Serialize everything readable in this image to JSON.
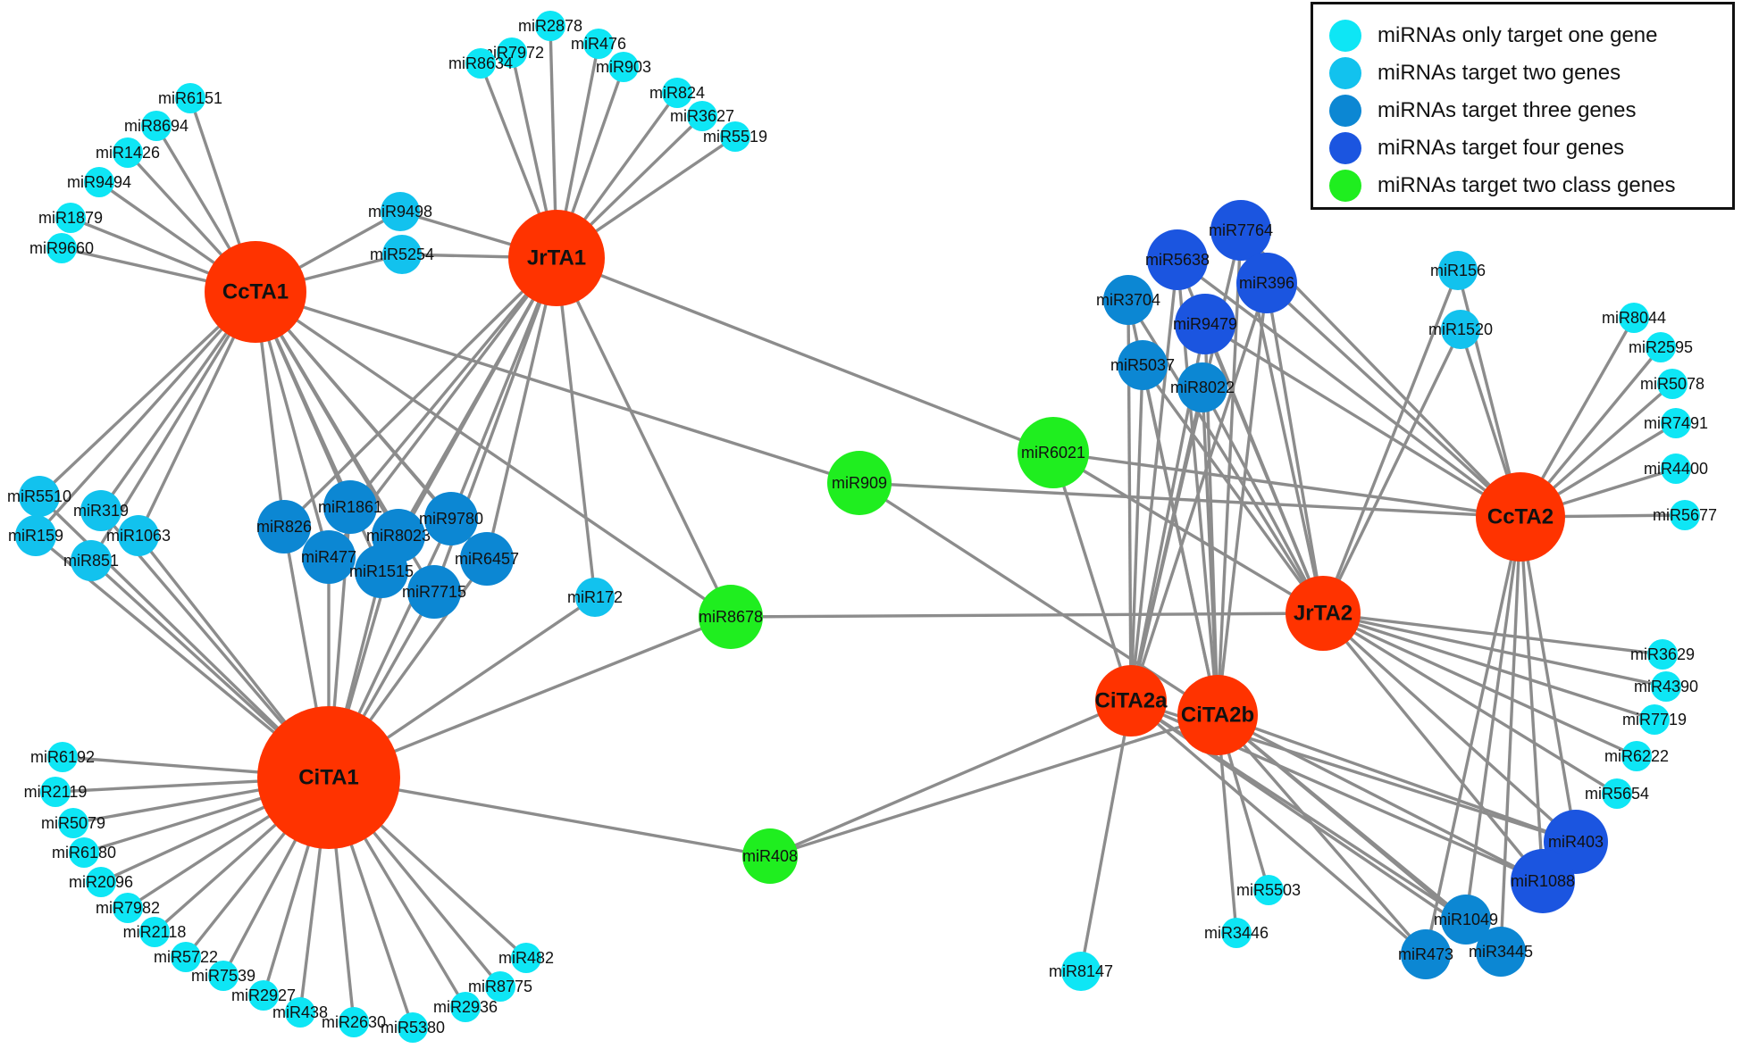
{
  "colors": {
    "gene": "#ff3300",
    "one": "#0ee6f5",
    "two": "#12c2ee",
    "three": "#0c87d3",
    "four": "#1b55e0",
    "twoclass": "#1fee1f",
    "edge": "#8c8c8c"
  },
  "legend": [
    {
      "label": "miRNAs only target one gene",
      "color_key": "one"
    },
    {
      "label": "miRNAs target two genes",
      "color_key": "two"
    },
    {
      "label": "miRNAs target three genes",
      "color_key": "three"
    },
    {
      "label": "miRNAs target four genes",
      "color_key": "four"
    },
    {
      "label": "miRNAs target two class genes",
      "color_key": "twoclass"
    }
  ],
  "genes": [
    "CcTA1",
    "JrTA1",
    "CiTA1",
    "CcTA2",
    "JrTA2",
    "CiTA2a",
    "CiTA2b"
  ],
  "mirnas": [
    {
      "id": "miR6151",
      "cls": "one"
    },
    {
      "id": "miR8694",
      "cls": "one"
    },
    {
      "id": "miR1426",
      "cls": "one"
    },
    {
      "id": "miR9494",
      "cls": "one"
    },
    {
      "id": "miR1879",
      "cls": "one"
    },
    {
      "id": "miR9660",
      "cls": "one"
    },
    {
      "id": "miR9498",
      "cls": "two"
    },
    {
      "id": "miR5254",
      "cls": "two"
    },
    {
      "id": "miR2878",
      "cls": "one"
    },
    {
      "id": "miR7972",
      "cls": "one"
    },
    {
      "id": "miR476",
      "cls": "one"
    },
    {
      "id": "miR8634",
      "cls": "one"
    },
    {
      "id": "miR903",
      "cls": "one"
    },
    {
      "id": "miR824",
      "cls": "one"
    },
    {
      "id": "miR3627",
      "cls": "one"
    },
    {
      "id": "miR5519",
      "cls": "one"
    },
    {
      "id": "miR5510",
      "cls": "two"
    },
    {
      "id": "miR319",
      "cls": "two"
    },
    {
      "id": "miR159",
      "cls": "two"
    },
    {
      "id": "miR1063",
      "cls": "two"
    },
    {
      "id": "miR851",
      "cls": "two"
    },
    {
      "id": "miR826",
      "cls": "three"
    },
    {
      "id": "miR1861",
      "cls": "three"
    },
    {
      "id": "miR8023",
      "cls": "three"
    },
    {
      "id": "miR9780",
      "cls": "three"
    },
    {
      "id": "miR477",
      "cls": "three"
    },
    {
      "id": "miR1515",
      "cls": "three"
    },
    {
      "id": "miR6457",
      "cls": "three"
    },
    {
      "id": "miR7715",
      "cls": "three"
    },
    {
      "id": "miR172",
      "cls": "two"
    },
    {
      "id": "miR909",
      "cls": "twoclass"
    },
    {
      "id": "miR8678",
      "cls": "twoclass"
    },
    {
      "id": "miR408",
      "cls": "twoclass"
    },
    {
      "id": "miR6021",
      "cls": "twoclass"
    },
    {
      "id": "miR6192",
      "cls": "one"
    },
    {
      "id": "miR2119",
      "cls": "one"
    },
    {
      "id": "miR5079",
      "cls": "one"
    },
    {
      "id": "miR6180",
      "cls": "one"
    },
    {
      "id": "miR2096",
      "cls": "one"
    },
    {
      "id": "miR7982",
      "cls": "one"
    },
    {
      "id": "miR2118",
      "cls": "one"
    },
    {
      "id": "miR5722",
      "cls": "one"
    },
    {
      "id": "miR7539",
      "cls": "one"
    },
    {
      "id": "miR2927",
      "cls": "one"
    },
    {
      "id": "miR438",
      "cls": "one"
    },
    {
      "id": "miR2630",
      "cls": "one"
    },
    {
      "id": "miR5380",
      "cls": "one"
    },
    {
      "id": "miR2936",
      "cls": "one"
    },
    {
      "id": "miR8775",
      "cls": "one"
    },
    {
      "id": "miR482",
      "cls": "one"
    },
    {
      "id": "miR7764",
      "cls": "four"
    },
    {
      "id": "miR5638",
      "cls": "four"
    },
    {
      "id": "miR396",
      "cls": "four"
    },
    {
      "id": "miR9479",
      "cls": "four"
    },
    {
      "id": "miR3704",
      "cls": "three"
    },
    {
      "id": "miR5037",
      "cls": "three"
    },
    {
      "id": "miR8022",
      "cls": "three"
    },
    {
      "id": "miR156",
      "cls": "two"
    },
    {
      "id": "miR1520",
      "cls": "two"
    },
    {
      "id": "miR8044",
      "cls": "one"
    },
    {
      "id": "miR2595",
      "cls": "one"
    },
    {
      "id": "miR5078",
      "cls": "one"
    },
    {
      "id": "miR7491",
      "cls": "one"
    },
    {
      "id": "miR4400",
      "cls": "one"
    },
    {
      "id": "miR5677",
      "cls": "one"
    },
    {
      "id": "miR3629",
      "cls": "one"
    },
    {
      "id": "miR4390",
      "cls": "one"
    },
    {
      "id": "miR7719",
      "cls": "one"
    },
    {
      "id": "miR6222",
      "cls": "one"
    },
    {
      "id": "miR5654",
      "cls": "one"
    },
    {
      "id": "miR403",
      "cls": "four"
    },
    {
      "id": "miR1088",
      "cls": "four"
    },
    {
      "id": "miR1049",
      "cls": "three"
    },
    {
      "id": "miR473",
      "cls": "three"
    },
    {
      "id": "miR3445",
      "cls": "three"
    },
    {
      "id": "miR5503",
      "cls": "one"
    },
    {
      "id": "miR3446",
      "cls": "one"
    },
    {
      "id": "miR8147",
      "cls": "one"
    }
  ],
  "edges": [
    [
      "CcTA1",
      "miR6151"
    ],
    [
      "CcTA1",
      "miR8694"
    ],
    [
      "CcTA1",
      "miR1426"
    ],
    [
      "CcTA1",
      "miR9494"
    ],
    [
      "CcTA1",
      "miR1879"
    ],
    [
      "CcTA1",
      "miR9660"
    ],
    [
      "CcTA1",
      "miR9498"
    ],
    [
      "CcTA1",
      "miR5254"
    ],
    [
      "JrTA1",
      "miR9498"
    ],
    [
      "JrTA1",
      "miR5254"
    ],
    [
      "JrTA1",
      "miR2878"
    ],
    [
      "JrTA1",
      "miR7972"
    ],
    [
      "JrTA1",
      "miR476"
    ],
    [
      "JrTA1",
      "miR8634"
    ],
    [
      "JrTA1",
      "miR903"
    ],
    [
      "JrTA1",
      "miR824"
    ],
    [
      "JrTA1",
      "miR3627"
    ],
    [
      "JrTA1",
      "miR5519"
    ],
    [
      "CcTA1",
      "miR5510"
    ],
    [
      "CcTA1",
      "miR319"
    ],
    [
      "CcTA1",
      "miR159"
    ],
    [
      "CcTA1",
      "miR1063"
    ],
    [
      "CcTA1",
      "miR851"
    ],
    [
      "CiTA1",
      "miR5510"
    ],
    [
      "CiTA1",
      "miR319"
    ],
    [
      "CiTA1",
      "miR159"
    ],
    [
      "CiTA1",
      "miR1063"
    ],
    [
      "CiTA1",
      "miR851"
    ],
    [
      "CcTA1",
      "miR826"
    ],
    [
      "CcTA1",
      "miR1861"
    ],
    [
      "CcTA1",
      "miR8023"
    ],
    [
      "CcTA1",
      "miR9780"
    ],
    [
      "CcTA1",
      "miR477"
    ],
    [
      "CcTA1",
      "miR1515"
    ],
    [
      "CcTA1",
      "miR6457"
    ],
    [
      "CcTA1",
      "miR7715"
    ],
    [
      "JrTA1",
      "miR826"
    ],
    [
      "JrTA1",
      "miR1861"
    ],
    [
      "JrTA1",
      "miR8023"
    ],
    [
      "JrTA1",
      "miR9780"
    ],
    [
      "JrTA1",
      "miR477"
    ],
    [
      "JrTA1",
      "miR1515"
    ],
    [
      "JrTA1",
      "miR6457"
    ],
    [
      "JrTA1",
      "miR7715"
    ],
    [
      "CiTA1",
      "miR826"
    ],
    [
      "CiTA1",
      "miR1861"
    ],
    [
      "CiTA1",
      "miR8023"
    ],
    [
      "CiTA1",
      "miR9780"
    ],
    [
      "CiTA1",
      "miR477"
    ],
    [
      "CiTA1",
      "miR1515"
    ],
    [
      "CiTA1",
      "miR6457"
    ],
    [
      "CiTA1",
      "miR7715"
    ],
    [
      "JrTA1",
      "miR172"
    ],
    [
      "CiTA1",
      "miR172"
    ],
    [
      "CcTA1",
      "miR909"
    ],
    [
      "CcTA2",
      "miR909"
    ],
    [
      "CiTA2b",
      "miR909"
    ],
    [
      "CcTA1",
      "miR8678"
    ],
    [
      "JrTA1",
      "miR8678"
    ],
    [
      "CiTA1",
      "miR8678"
    ],
    [
      "JrTA2",
      "miR8678"
    ],
    [
      "CiTA1",
      "miR408"
    ],
    [
      "CiTA2a",
      "miR408"
    ],
    [
      "CiTA2b",
      "miR408"
    ],
    [
      "JrTA1",
      "miR6021"
    ],
    [
      "CcTA2",
      "miR6021"
    ],
    [
      "JrTA2",
      "miR6021"
    ],
    [
      "CiTA2a",
      "miR6021"
    ],
    [
      "CiTA1",
      "miR6192"
    ],
    [
      "CiTA1",
      "miR2119"
    ],
    [
      "CiTA1",
      "miR5079"
    ],
    [
      "CiTA1",
      "miR6180"
    ],
    [
      "CiTA1",
      "miR2096"
    ],
    [
      "CiTA1",
      "miR7982"
    ],
    [
      "CiTA1",
      "miR2118"
    ],
    [
      "CiTA1",
      "miR5722"
    ],
    [
      "CiTA1",
      "miR7539"
    ],
    [
      "CiTA1",
      "miR2927"
    ],
    [
      "CiTA1",
      "miR438"
    ],
    [
      "CiTA1",
      "miR2630"
    ],
    [
      "CiTA1",
      "miR5380"
    ],
    [
      "CiTA1",
      "miR2936"
    ],
    [
      "CiTA1",
      "miR8775"
    ],
    [
      "CiTA1",
      "miR482"
    ],
    [
      "CcTA2",
      "miR7764"
    ],
    [
      "JrTA2",
      "miR7764"
    ],
    [
      "CiTA2a",
      "miR7764"
    ],
    [
      "CiTA2b",
      "miR7764"
    ],
    [
      "CcTA2",
      "miR5638"
    ],
    [
      "JrTA2",
      "miR5638"
    ],
    [
      "CiTA2a",
      "miR5638"
    ],
    [
      "CiTA2b",
      "miR5638"
    ],
    [
      "CcTA2",
      "miR396"
    ],
    [
      "JrTA2",
      "miR396"
    ],
    [
      "CiTA2a",
      "miR396"
    ],
    [
      "CiTA2b",
      "miR396"
    ],
    [
      "CcTA2",
      "miR9479"
    ],
    [
      "JrTA2",
      "miR9479"
    ],
    [
      "CiTA2a",
      "miR9479"
    ],
    [
      "CiTA2b",
      "miR9479"
    ],
    [
      "CiTA2a",
      "miR3704"
    ],
    [
      "CiTA2b",
      "miR3704"
    ],
    [
      "JrTA2",
      "miR3704"
    ],
    [
      "CiTA2a",
      "miR5037"
    ],
    [
      "CiTA2b",
      "miR5037"
    ],
    [
      "JrTA2",
      "miR5037"
    ],
    [
      "CiTA2a",
      "miR8022"
    ],
    [
      "CiTA2b",
      "miR8022"
    ],
    [
      "JrTA2",
      "miR8022"
    ],
    [
      "CcTA2",
      "miR156"
    ],
    [
      "JrTA2",
      "miR156"
    ],
    [
      "CcTA2",
      "miR1520"
    ],
    [
      "JrTA2",
      "miR1520"
    ],
    [
      "CcTA2",
      "miR8044"
    ],
    [
      "CcTA2",
      "miR2595"
    ],
    [
      "CcTA2",
      "miR5078"
    ],
    [
      "CcTA2",
      "miR7491"
    ],
    [
      "CcTA2",
      "miR4400"
    ],
    [
      "CcTA2",
      "miR5677"
    ],
    [
      "JrTA2",
      "miR3629"
    ],
    [
      "JrTA2",
      "miR4390"
    ],
    [
      "JrTA2",
      "miR7719"
    ],
    [
      "JrTA2",
      "miR6222"
    ],
    [
      "JrTA2",
      "miR5654"
    ],
    [
      "CcTA2",
      "miR403"
    ],
    [
      "JrTA2",
      "miR403"
    ],
    [
      "CiTA2a",
      "miR403"
    ],
    [
      "CiTA2b",
      "miR403"
    ],
    [
      "CcTA2",
      "miR1088"
    ],
    [
      "JrTA2",
      "miR1088"
    ],
    [
      "CiTA2a",
      "miR1088"
    ],
    [
      "CiTA2b",
      "miR1088"
    ],
    [
      "CcTA2",
      "miR1049"
    ],
    [
      "CiTA2a",
      "miR1049"
    ],
    [
      "CiTA2b",
      "miR1049"
    ],
    [
      "CcTA2",
      "miR473"
    ],
    [
      "CiTA2a",
      "miR473"
    ],
    [
      "CiTA2b",
      "miR473"
    ],
    [
      "CcTA2",
      "miR3445"
    ],
    [
      "CiTA2a",
      "miR3445"
    ],
    [
      "CiTA2b",
      "miR3445"
    ],
    [
      "CiTA2b",
      "miR5503"
    ],
    [
      "CiTA2b",
      "miR3446"
    ],
    [
      "CiTA2a",
      "miR8147"
    ]
  ]
}
